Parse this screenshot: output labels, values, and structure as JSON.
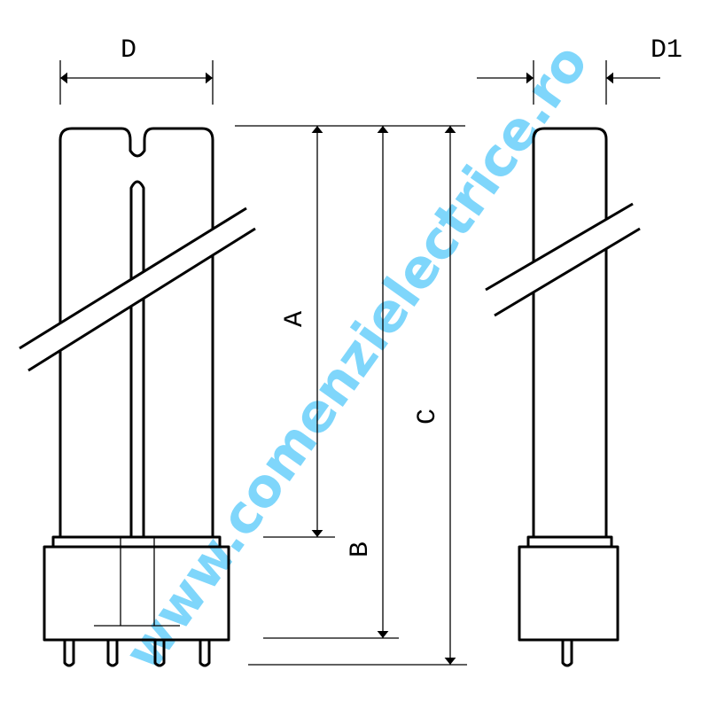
{
  "labels": {
    "D": "D",
    "D1": "D1",
    "A": "A",
    "B": "B",
    "C": "C"
  },
  "watermark": "www.comenzielectrice.ro",
  "colors": {
    "line": "#000000",
    "watermark": "#7fd6fb"
  }
}
